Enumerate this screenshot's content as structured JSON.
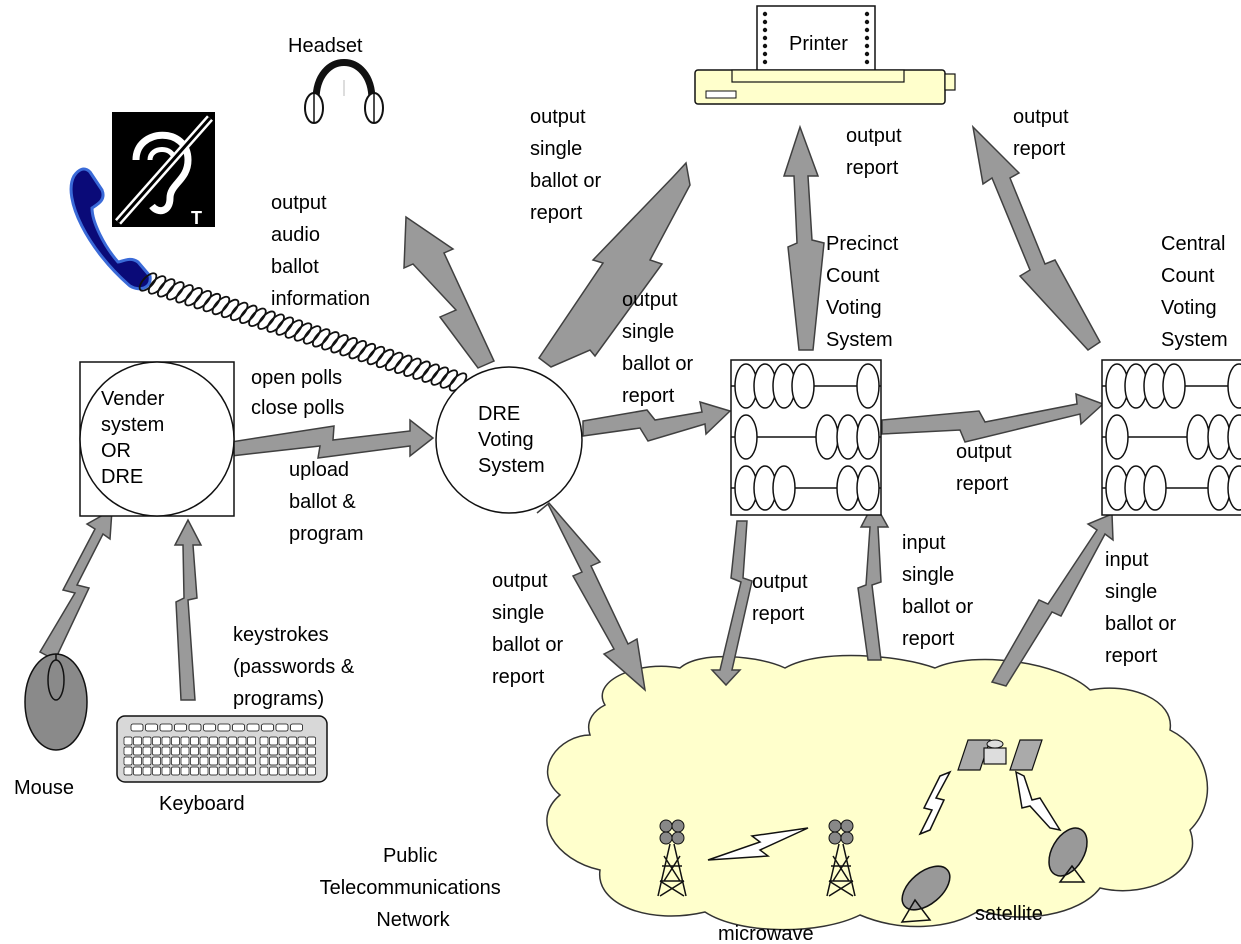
{
  "nodes": {
    "dre": [
      "DRE",
      "Voting",
      "System"
    ],
    "vender": [
      "Vender",
      "system",
      "OR",
      "DRE"
    ],
    "precinct": [
      "Precinct",
      "Count",
      "Voting",
      "System"
    ],
    "central": [
      "Central",
      "Count",
      "Voting",
      "System"
    ],
    "network": [
      "Public",
      "Telecommunications",
      "Network"
    ]
  },
  "devices": {
    "headset": "Headset",
    "printer": "Printer",
    "mouse": "Mouse",
    "keyboard": "Keyboard",
    "microwave": "microwave",
    "satellite": "satellite",
    "tty_badge": "T"
  },
  "labels": {
    "audio": [
      "output",
      "audio",
      "ballot",
      "information"
    ],
    "polls": [
      "open polls",
      "close polls"
    ],
    "upload": [
      "upload",
      "ballot &",
      "program"
    ],
    "keystrokes": [
      "keystrokes",
      "(passwords &",
      "programs)"
    ],
    "dre_to_printer": [
      "output",
      "single",
      "ballot or",
      "report"
    ],
    "dre_to_precinct": [
      "output",
      "single",
      "ballot or",
      "report"
    ],
    "dre_to_network": [
      "output",
      "single",
      "ballot or",
      "report"
    ],
    "precinct_to_printer": [
      "output",
      "report"
    ],
    "central_to_printer": [
      "output",
      "report"
    ],
    "precinct_to_central": [
      "output",
      "report"
    ],
    "precinct_to_network": [
      "output",
      "report"
    ],
    "network_to_precinct": [
      "input",
      "single",
      "ballot or",
      "report"
    ],
    "network_to_central": [
      "input",
      "single",
      "ballot or",
      "report"
    ]
  },
  "colors": {
    "cloud_fill": "#ffffcc",
    "printer_fill": "#ffffcc",
    "arrow_fill": "#9a9a9a",
    "phone_fill": "#0a0a78",
    "phone_outline": "#3a6ad8"
  }
}
